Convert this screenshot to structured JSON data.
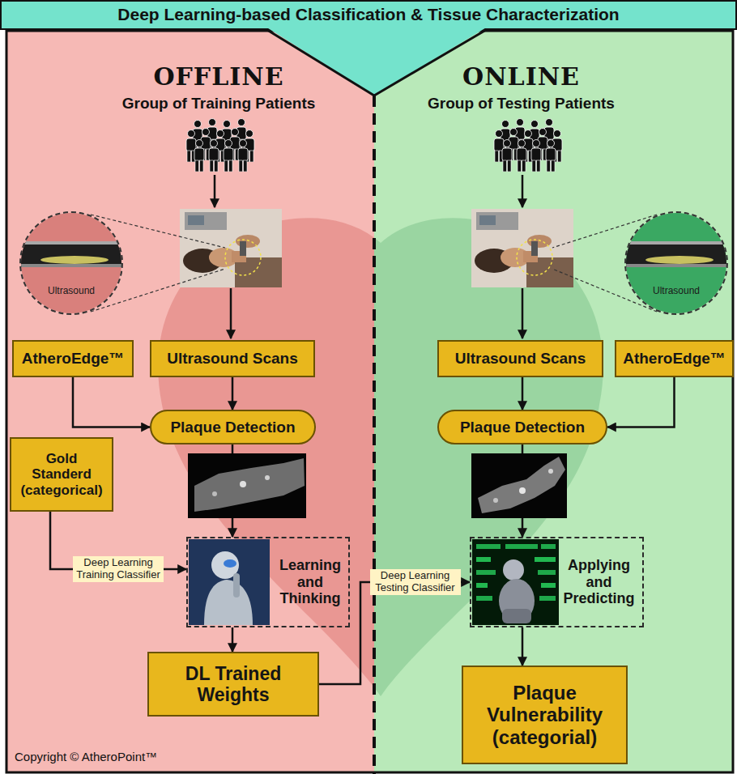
{
  "diagram": {
    "title": "Deep Learning-based Classification & Tissue Characterization",
    "nodes": [
      {
        "text": [
          "OFFLINE",
          "Group of Training Patients"
        ]
      },
      {
        "text": [
          "ONLINE",
          "Group of Testing Patients"
        ]
      },
      {
        "text": [
          "Ultrasound"
        ],
        "in": 0
      },
      {
        "text": [
          "AtheroEdge™"
        ],
        "in": 0
      },
      {
        "text": [
          "Ultrasound Scans"
        ],
        "in": 0
      },
      {
        "text": [
          "Plaque Detection"
        ],
        "in": 0
      },
      {
        "text": [
          "Gold Standerd (categorical)"
        ],
        "in": 0
      },
      {
        "text": [
          "Learning and Thinking"
        ],
        "in": 0
      },
      {
        "text": [
          "DL Trained Weights"
        ],
        "in": 0
      },
      {
        "text": [
          "Ultrasound"
        ],
        "in": 1
      },
      {
        "text": [
          "Ultrasound Scans"
        ],
        "in": 1
      },
      {
        "text": [
          "AtheroEdge™"
        ],
        "in": 1
      },
      {
        "text": [
          "Plaque Detection"
        ],
        "in": 1
      },
      {
        "text": [
          "Applying and Predicting"
        ],
        "in": 1
      },
      {
        "text": [
          "Plaque Vulnerability (categorial)"
        ],
        "in": 1
      }
    ],
    "edges": [
      {
        "from": 3,
        "to": 5,
        "arrow": "to"
      },
      {
        "from": 4,
        "to": 5,
        "arrow": "to"
      },
      {
        "from": 5,
        "to": 7,
        "arrow": "to"
      },
      {
        "from": 6,
        "to": 7,
        "label": "Deep Learning Training Classifier",
        "arrow": "to"
      },
      {
        "from": 7,
        "to": 8,
        "arrow": "to"
      },
      {
        "from": 8,
        "to": 13,
        "label": "Deep Learning Testing Classifier",
        "arrow": "to"
      },
      {
        "from": 11,
        "to": 12,
        "arrow": "to"
      },
      {
        "from": 10,
        "to": 12,
        "arrow": "to"
      },
      {
        "from": 12,
        "to": 13,
        "arrow": "to"
      },
      {
        "from": 13,
        "to": 14,
        "arrow": "to"
      }
    ],
    "labels": [
      "Copyright © AtheroPoint™"
    ]
  }
}
